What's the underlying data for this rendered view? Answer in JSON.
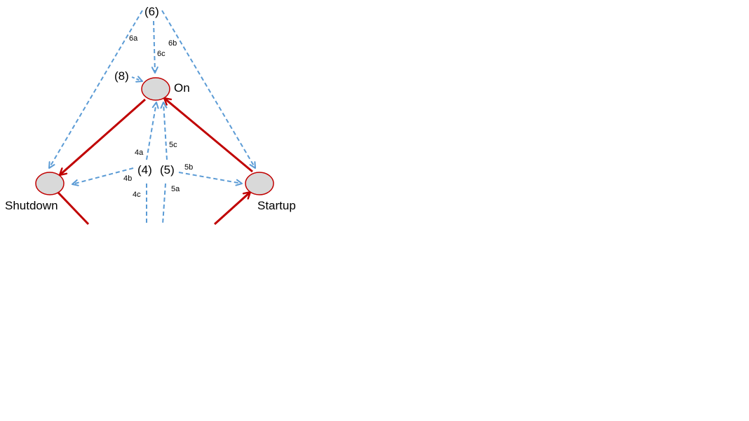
{
  "diagram": {
    "colors": {
      "transition": "#C00000",
      "dashed": "#5B9BD5",
      "node_fill": "#D9D9D9",
      "node_stroke": "#C00000"
    },
    "nodes": {
      "on": "On",
      "shutdown": "Shutdown",
      "startup": "Startup"
    },
    "labels": {
      "n6": "(6)",
      "n8": "(8)",
      "n4": "(4)",
      "n5": "(5)",
      "e6a": "6a",
      "e6b": "6b",
      "e6c": "6c",
      "e4a": "4a",
      "e4b": "4b",
      "e4c": "4c",
      "e5a": "5a",
      "e5b": "5b",
      "e5c": "5c"
    }
  }
}
